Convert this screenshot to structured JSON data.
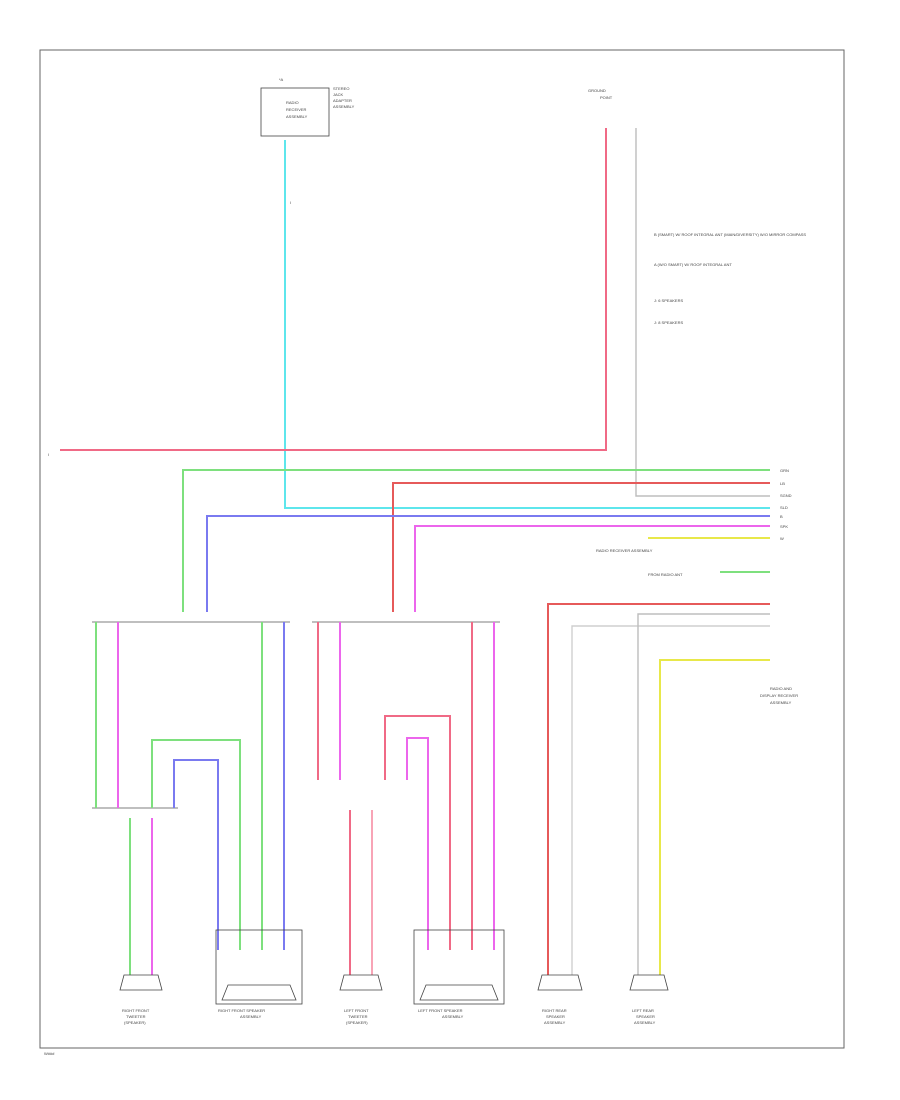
{
  "diagram": {
    "footer_code": "W###",
    "pin_text": "I",
    "legend_notes": [
      "B (SMART) W/ ROOF INTEGRAL ANT (MAIN/DIVERSITY) W/O MIRROR COMPASS",
      "A (W/O SMART) W/ ROOF INTEGRAL ANT",
      "J: 6 SPEAKERS",
      "J: 8 SPEAKERS"
    ],
    "top_connector": {
      "code": "*A",
      "lines": [
        "RADIO",
        "RECEIVER",
        "ASSEMBLY"
      ]
    },
    "top_ecu": {
      "lines": [
        "STEREO",
        "JACK",
        "ADAPTER",
        "ASSEMBLY"
      ]
    },
    "right_top_component": {
      "lines": [
        "GROUND",
        "POINT"
      ]
    },
    "right_connector_labels": [
      "GRN",
      "LB",
      "SGND",
      "SLD",
      "B",
      "SPK",
      "W"
    ],
    "mid_right_label": "RADIO RECEIVER ASSEMBLY",
    "mid_right_label_2": "FROM RADIO ANT",
    "speakers": [
      {
        "lines": [
          "RIGHT FRONT",
          "TWEETER",
          "(SPEAKER)"
        ]
      },
      {
        "lines": [
          "RIGHT FRONT SPEAKER",
          "ASSEMBLY"
        ]
      },
      {
        "lines": [
          "LEFT FRONT",
          "TWEETER",
          "(SPEAKER)"
        ]
      },
      {
        "lines": [
          "LEFT FRONT SPEAKER",
          "ASSEMBLY"
        ]
      },
      {
        "lines": [
          "RIGHT REAR",
          "SPEAKER",
          "ASSEMBLY"
        ]
      },
      {
        "lines": [
          "LEFT REAR",
          "SPEAKER",
          "ASSEMBLY"
        ]
      }
    ],
    "right_side_block": {
      "lines": [
        "RADIO AND",
        "DISPLAY RECEIVER",
        "ASSEMBLY"
      ]
    },
    "colors": {
      "cyan": "#5ee6ec",
      "pink": "#f06a86",
      "green": "#7ee07e",
      "blue": "#7a7af0",
      "magenta": "#ec66ec",
      "yellow": "#e8e84a",
      "grey": "#bdbdbd",
      "red": "#e65a5a"
    }
  }
}
